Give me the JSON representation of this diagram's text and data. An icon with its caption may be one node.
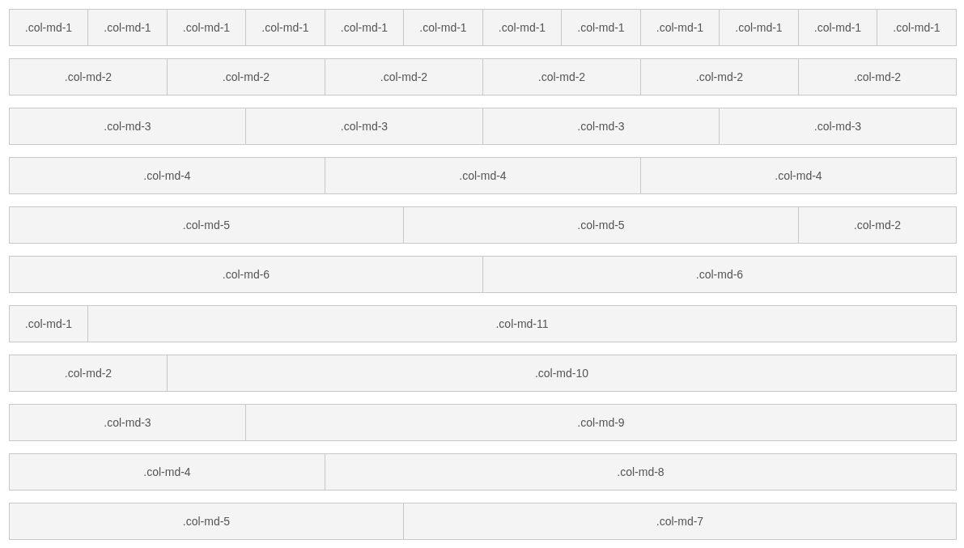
{
  "diagram": {
    "nodes": [
      {
        "text": [
          ".col-md-1"
        ]
      },
      {
        "text": [
          ".col-md-1"
        ]
      },
      {
        "text": [
          ".col-md-1"
        ]
      },
      {
        "text": [
          ".col-md-1"
        ]
      },
      {
        "text": [
          ".col-md-1"
        ]
      },
      {
        "text": [
          ".col-md-1"
        ]
      },
      {
        "text": [
          ".col-md-1"
        ]
      },
      {
        "text": [
          ".col-md-1"
        ]
      },
      {
        "text": [
          ".col-md-1"
        ]
      },
      {
        "text": [
          ".col-md-1"
        ]
      },
      {
        "text": [
          ".col-md-1"
        ]
      },
      {
        "text": [
          ".col-md-1"
        ]
      },
      {
        "text": [
          ".col-md-2"
        ]
      },
      {
        "text": [
          ".col-md-2"
        ]
      },
      {
        "text": [
          ".col-md-2"
        ]
      },
      {
        "text": [
          ".col-md-2"
        ]
      },
      {
        "text": [
          ".col-md-2"
        ]
      },
      {
        "text": [
          ".col-md-2"
        ]
      },
      {
        "text": [
          ".col-md-3"
        ]
      },
      {
        "text": [
          ".col-md-3"
        ]
      },
      {
        "text": [
          ".col-md-3"
        ]
      },
      {
        "text": [
          ".col-md-3"
        ]
      },
      {
        "text": [
          ".col-md-4"
        ]
      },
      {
        "text": [
          ".col-md-4"
        ]
      },
      {
        "text": [
          ".col-md-4"
        ]
      },
      {
        "text": [
          ".col-md-5"
        ]
      },
      {
        "text": [
          ".col-md-5"
        ]
      },
      {
        "text": [
          ".col-md-2"
        ]
      },
      {
        "text": [
          ".col-md-6"
        ]
      },
      {
        "text": [
          ".col-md-6"
        ]
      },
      {
        "text": [
          ".col-md-1"
        ]
      },
      {
        "text": [
          ".col-md-11"
        ]
      },
      {
        "text": [
          ".col-md-2"
        ]
      },
      {
        "text": [
          ".col-md-10"
        ]
      },
      {
        "text": [
          ".col-md-3"
        ]
      },
      {
        "text": [
          ".col-md-9"
        ]
      },
      {
        "text": [
          ".col-md-4"
        ]
      },
      {
        "text": [
          ".col-md-8"
        ]
      },
      {
        "text": [
          ".col-md-5"
        ]
      },
      {
        "text": [
          ".col-md-7"
        ]
      }
    ]
  }
}
